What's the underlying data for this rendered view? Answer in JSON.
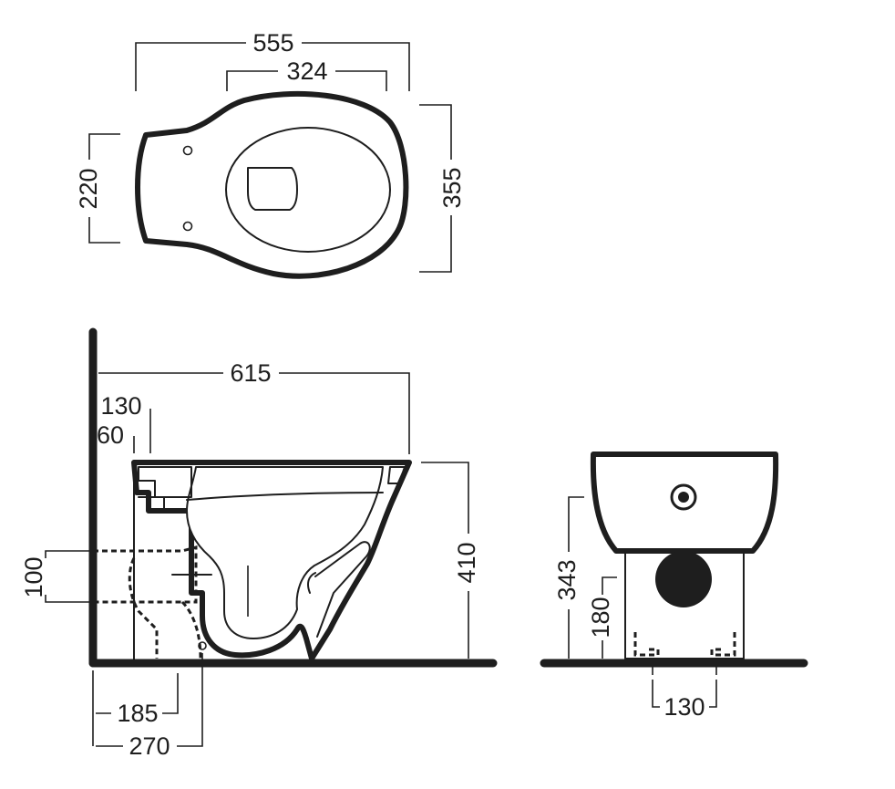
{
  "top_view": {
    "dim_overall_width": "555",
    "dim_inner_width": "324",
    "dim_bolt_spacing": "220",
    "dim_overall_depth": "355"
  },
  "side_view": {
    "dim_length": "615",
    "dim_130": "130",
    "dim_60": "60",
    "dim_100": "100",
    "dim_height": "410",
    "dim_185": "185",
    "dim_270": "270"
  },
  "front_view": {
    "dim_343": "343",
    "dim_180": "180",
    "dim_130": "130"
  }
}
